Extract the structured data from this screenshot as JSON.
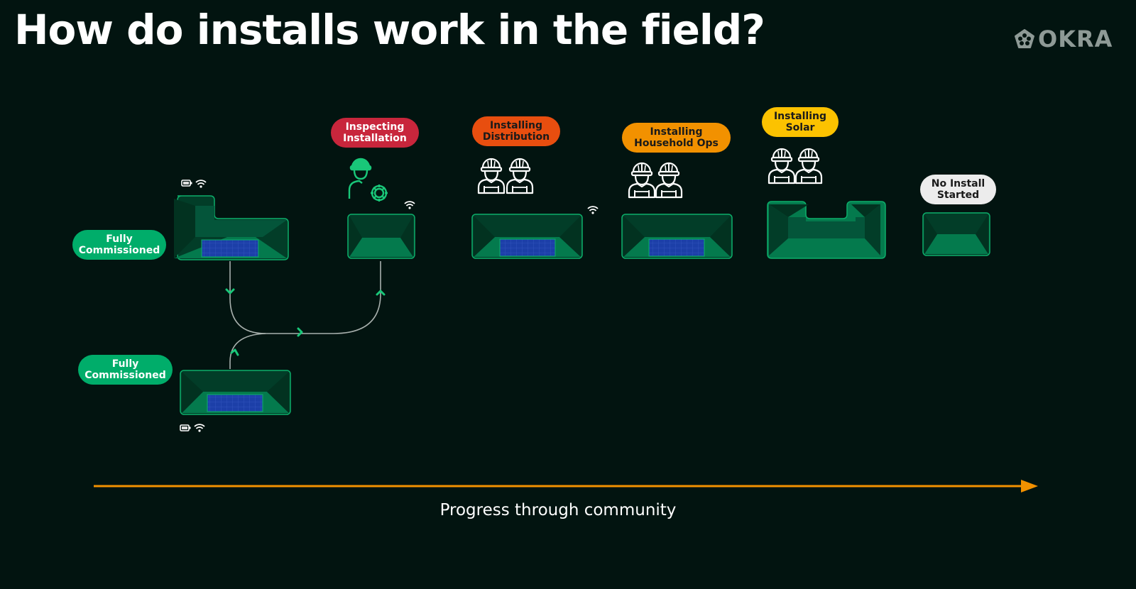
{
  "title": "How do installs work in the field?",
  "logo": {
    "text": "OKRA",
    "icon": "pentagon-flower-icon"
  },
  "stages": [
    {
      "id": "fully-commissioned-top",
      "label": "Fully\nCommissioned",
      "color": "#00ad6a",
      "text_color": "#ffffff",
      "house": "L-shape",
      "solar_panel": true,
      "status_icons": [
        "battery-icon",
        "wifi-icon"
      ]
    },
    {
      "id": "fully-commissioned-bottom",
      "label": "Fully\nCommissioned",
      "color": "#00ad6a",
      "text_color": "#ffffff",
      "house": "rect",
      "solar_panel": true,
      "status_icons": [
        "battery-icon",
        "wifi-icon"
      ]
    },
    {
      "id": "inspecting-installation",
      "label": "Inspecting\nInstallation",
      "color": "#c8263c",
      "text_color": "#ffffff",
      "house": "rect",
      "solar_panel": false,
      "worker_icon": "inspector-gear-icon",
      "status_icons": [
        "wifi-icon"
      ]
    },
    {
      "id": "installing-distribution",
      "label": "Installing\nDistribution",
      "color": "#e84e0f",
      "text_color": "#1a1a1a",
      "house": "rect",
      "solar_panel": true,
      "worker_icon": "two-workers-icon",
      "status_icons": [
        "wifi-icon"
      ]
    },
    {
      "id": "installing-household-ops",
      "label": "Installing\nHousehold Ops",
      "color": "#f29100",
      "text_color": "#1a1a1a",
      "house": "rect",
      "solar_panel": true,
      "worker_icon": "two-workers-icon",
      "status_icons": []
    },
    {
      "id": "installing-solar",
      "label": "Installing\nSolar",
      "color": "#fcc200",
      "text_color": "#1a1a1a",
      "house": "U-shape",
      "solar_panel": false,
      "worker_icon": "two-workers-icon",
      "status_icons": []
    },
    {
      "id": "no-install-started",
      "label": "No Install\nStarted",
      "color": "#ececec",
      "text_color": "#1a1a1a",
      "house": "rect",
      "solar_panel": false,
      "status_icons": []
    }
  ],
  "progress_axis": {
    "label": "Progress through community",
    "color": "#f29100",
    "direction": "right"
  },
  "colors": {
    "background": "#021410",
    "roof_dark": "#023d28",
    "roof_mid": "#04553a",
    "roof_light": "#047a4d",
    "roof_border": "#0cae6a",
    "panel": "#1c3fa8",
    "connector": "#a8b0ad",
    "chevron": "#19c779"
  }
}
